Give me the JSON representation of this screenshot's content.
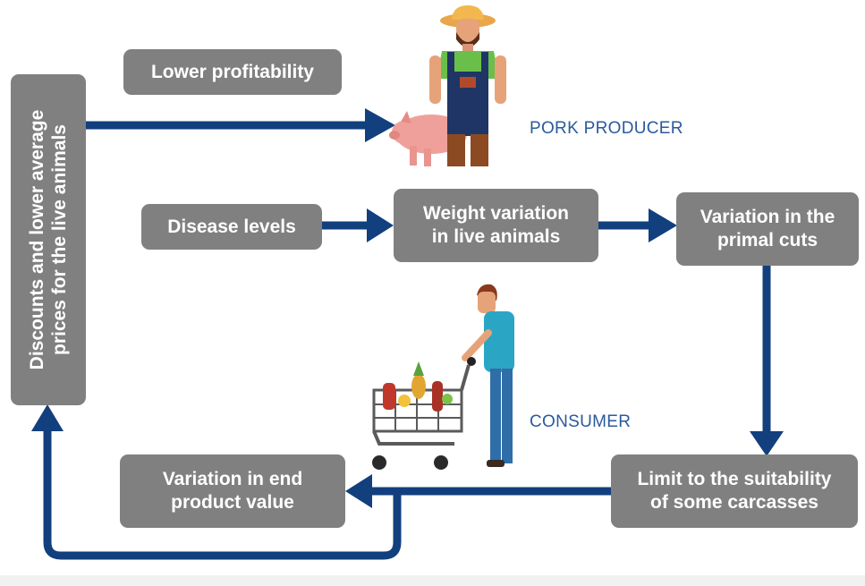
{
  "boxes": {
    "lower_profitability": "Lower profitability",
    "disease_levels": "Disease levels",
    "weight_variation": [
      "Weight variation",
      "in live animals"
    ],
    "primal_variation": [
      "Variation in the",
      "primal cuts"
    ],
    "limit_suitability": [
      "Limit to the suitability",
      "of some carcasses"
    ],
    "end_product": [
      "Variation in end",
      "product value"
    ],
    "discounts": [
      "Discounts and lower average",
      "prices for the live animals"
    ]
  },
  "labels": {
    "producer": "PORK PRODUCER",
    "consumer": "CONSUMER"
  },
  "colors": {
    "box": "#808080",
    "arrow": "#123f7e",
    "label": "#2b5a9c"
  },
  "icons": [
    "farmer-icon",
    "pig-icon",
    "shopper-icon",
    "shopping-cart-icon"
  ]
}
